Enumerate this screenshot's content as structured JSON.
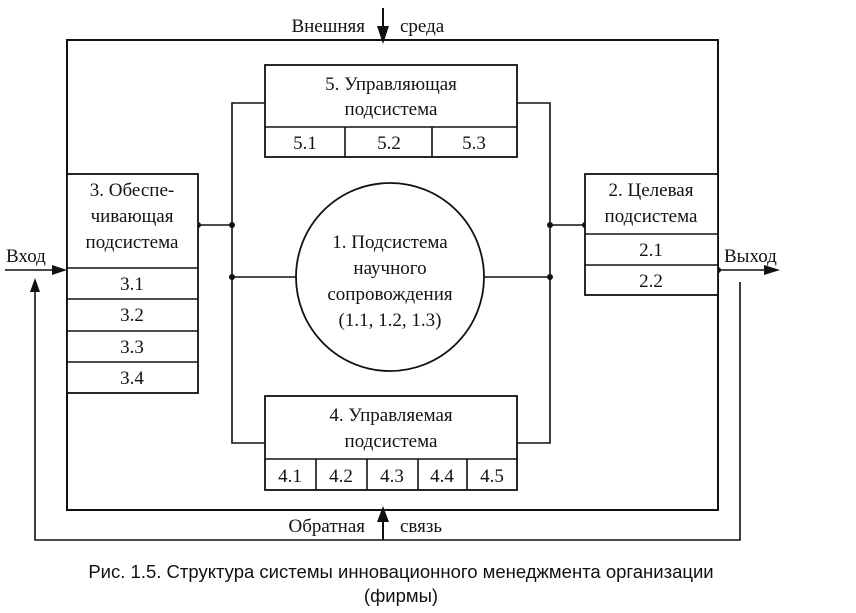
{
  "external_env": {
    "left": "Внешняя",
    "right": "среда"
  },
  "feedback": {
    "left": "Обратная",
    "right": "связь"
  },
  "input_label": "Вход",
  "output_label": "Выход",
  "sub5": {
    "line1": "5. Управляющая",
    "line2": "подсистема",
    "cells": [
      "5.1",
      "5.2",
      "5.3"
    ]
  },
  "sub3": {
    "line1": "3. Обеспе-",
    "line2": "чивающая",
    "line3": "подсистема",
    "cells": [
      "3.1",
      "3.2",
      "3.3",
      "3.4"
    ]
  },
  "sub2": {
    "line1": "2. Целевая",
    "line2": "подсистема",
    "cells": [
      "2.1",
      "2.2"
    ]
  },
  "sub4": {
    "line1": "4. Управляемая",
    "line2": "подсистема",
    "cells": [
      "4.1",
      "4.2",
      "4.3",
      "4.4",
      "4.5"
    ]
  },
  "sub1": {
    "line1": "1. Подсистема",
    "line2": "научного",
    "line3": "сопровождения",
    "line4": "(1.1, 1.2, 1.3)"
  },
  "caption": {
    "line1": "Рис. 1.5. Структура системы инновационного менеджмента организации",
    "line2": "(фирмы)"
  }
}
